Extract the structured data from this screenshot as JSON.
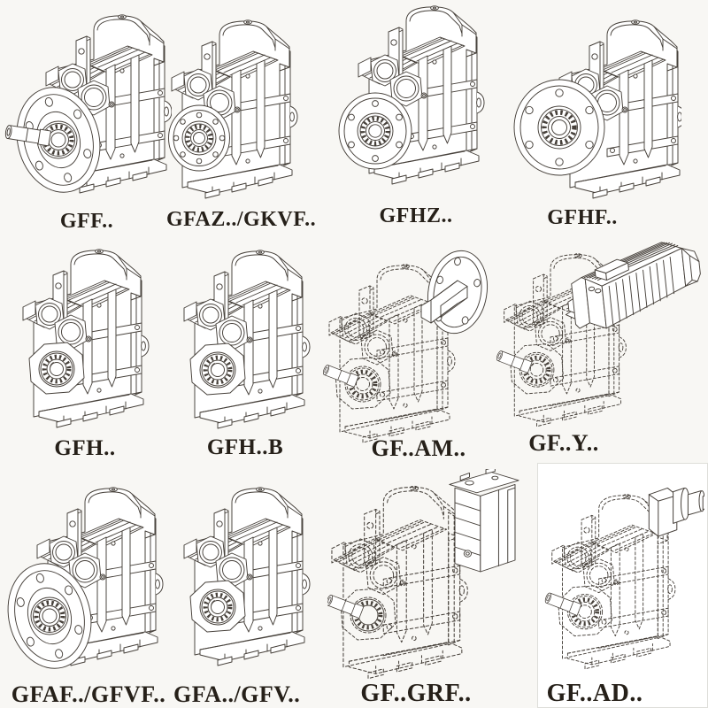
{
  "page": {
    "description": "Catalog sheet of F-series parallel shaft helical gearbox line drawings, 4 columns by 3 rows",
    "background_color": "#f8f7f4",
    "panel_color": "#ffffff",
    "line_color": "#3c3631",
    "label_color": "#262019"
  },
  "items": [
    {
      "label": "GFF..",
      "variant": "output-flange-with-solid-shaft",
      "line_style": "solid"
    },
    {
      "label": "GFAZ../GKVF..",
      "variant": "medium-output-flange-hollow-shaft",
      "line_style": "solid"
    },
    {
      "label": "GFHZ..",
      "variant": "medium-output-flange-hollow-shaft",
      "line_style": "solid"
    },
    {
      "label": "GFHF..",
      "variant": "large-output-flange-hollow-shaft",
      "line_style": "solid"
    },
    {
      "label": "GFH..",
      "variant": "hollow-shaft-foot-mounted",
      "line_style": "solid"
    },
    {
      "label": "GFH..B",
      "variant": "hollow-shaft-foot-mounted",
      "line_style": "solid"
    },
    {
      "label": "GF..AM..",
      "variant": "gearbox-with-iec-adapter-flange",
      "line_style": "dashed-body"
    },
    {
      "label": "GF..Y..",
      "variant": "gearbox-with-mounted-motor",
      "line_style": "dashed-body"
    },
    {
      "label": "GFAF../GFVF..",
      "variant": "large-output-flange-hollow-shaft",
      "line_style": "solid"
    },
    {
      "label": "GFA../GFV..",
      "variant": "hollow-shaft-foot-mounted",
      "line_style": "solid"
    },
    {
      "label": "GF..GRF..",
      "variant": "gearbox-with-cover-housing",
      "line_style": "dashed-body"
    },
    {
      "label": "GF..AD..",
      "variant": "gearbox-with-input-shaft-adapter",
      "line_style": "dashed-body"
    }
  ]
}
